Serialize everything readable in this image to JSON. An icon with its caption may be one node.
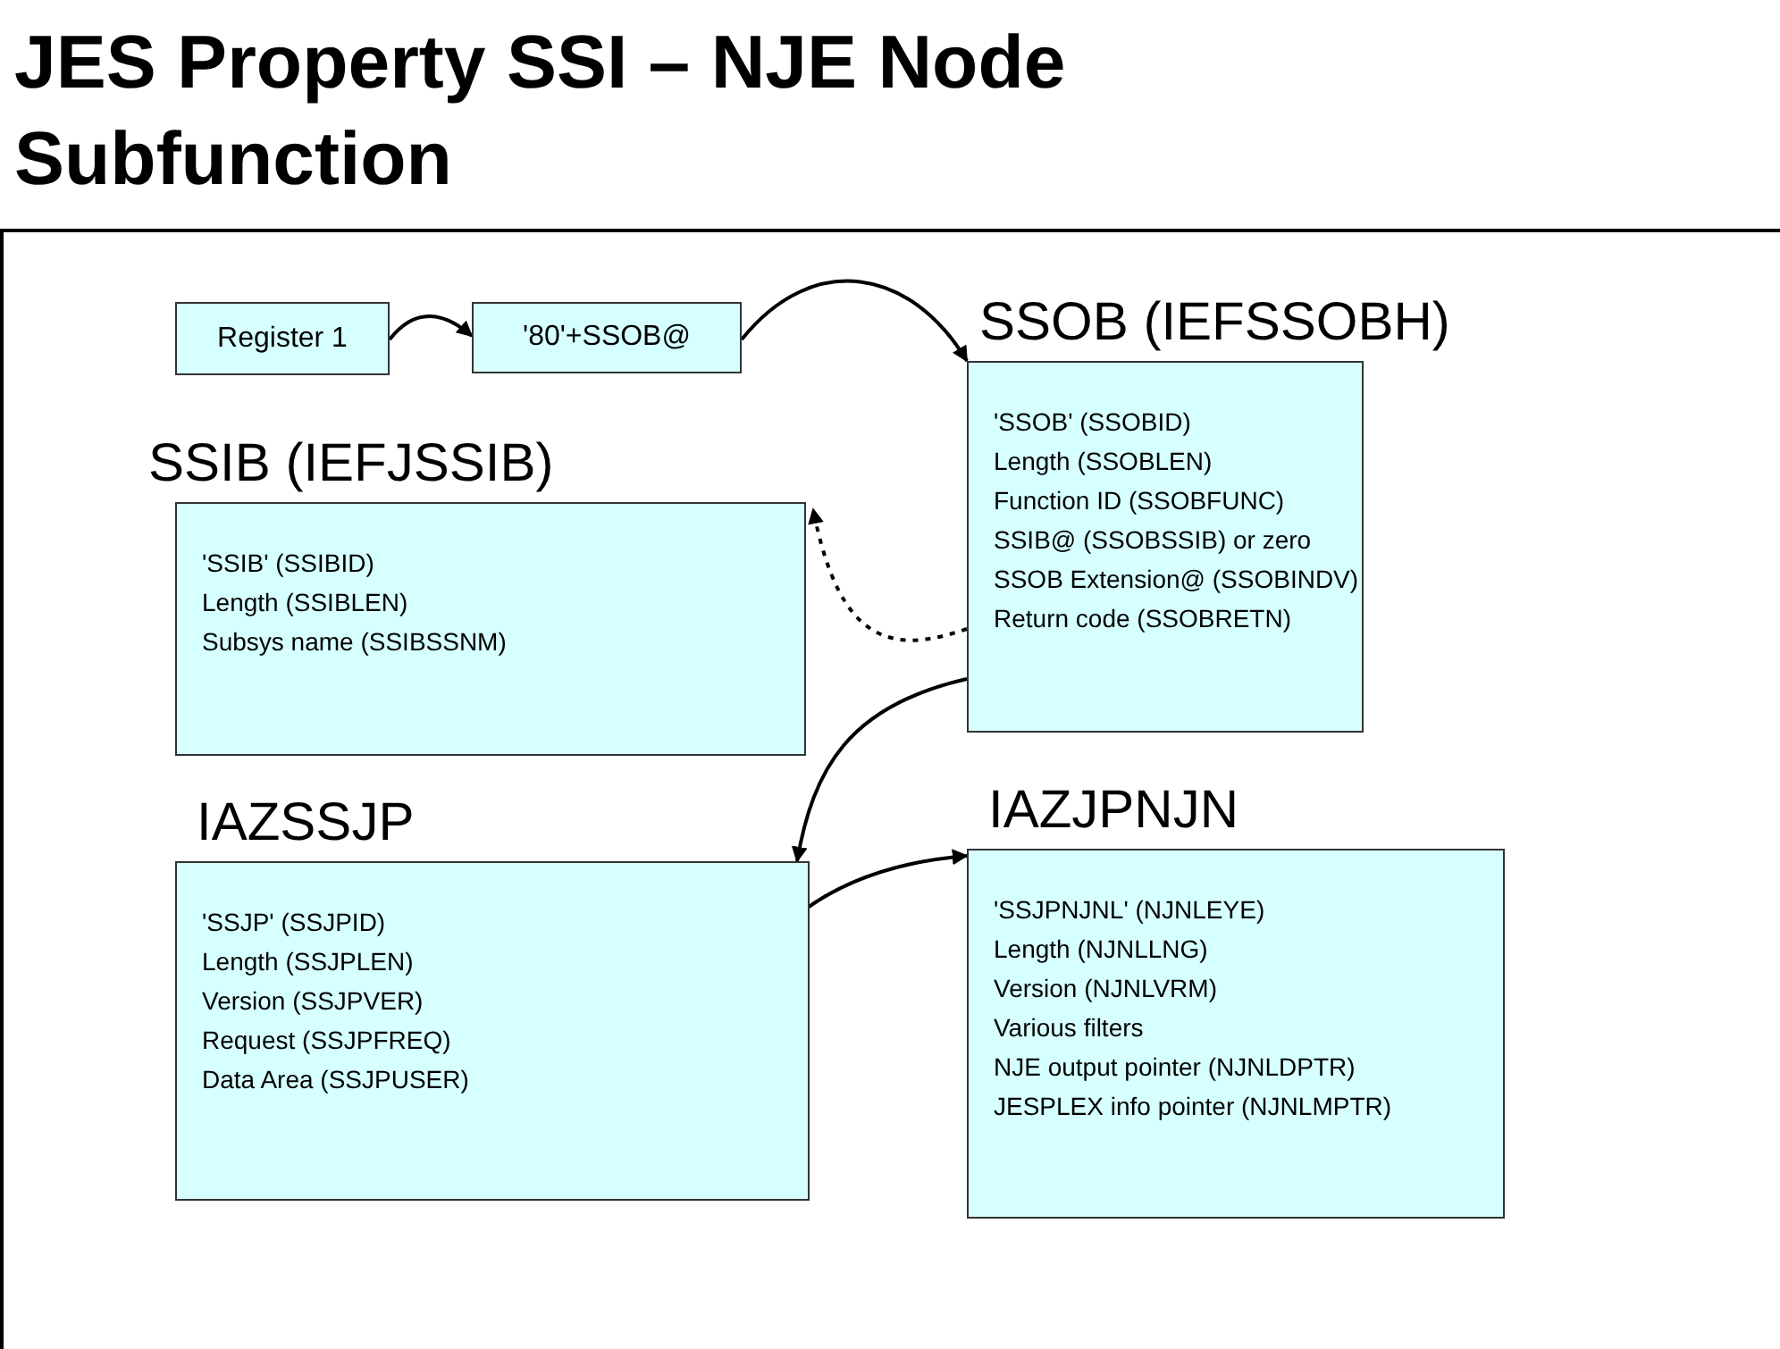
{
  "diagram": {
    "title": "JES Property SSI – NJE Node Subfunction",
    "nodes": [
      {
        "text": [
          "Register 1"
        ]
      },
      {
        "text": [
          "'80'+SSOB@"
        ]
      },
      {
        "text": [
          "SSOB (IEFSSOBH)",
          "'SSOB' (SSOBID)",
          "Length (SSOBLEN)",
          "Function ID (SSOBFUNC)",
          "SSIB@ (SSOBSSIB) or zero",
          "SSOB Extension@ (SSOBINDV)",
          "Return code (SSOBRETN)"
        ]
      },
      {
        "text": [
          "SSIB (IEFJSSIB)",
          "'SSIB' (SSIBID)",
          "Length (SSIBLEN)",
          "Subsys name (SSIBSSNM)"
        ]
      },
      {
        "text": [
          "IAZSSJP",
          "'SSJP' (SSJPID)",
          "Length (SSJPLEN)",
          "Version (SSJPVER)",
          "Request (SSJPFREQ)",
          "Data Area (SSJPUSER)"
        ]
      },
      {
        "text": [
          "IAZJPNJN",
          "'SSJPNJNL' (NJNLEYE)",
          "Length (NJNLLNG)",
          "Version (NJNLVRM)",
          "Various filters",
          "NJE output pointer (NJNLDPTR)",
          "JESPLEX info pointer (NJNLMPTR)"
        ]
      }
    ],
    "edges": [
      {
        "from": 0,
        "to": 1,
        "arrow": "to"
      },
      {
        "from": 1,
        "to": 2,
        "arrow": "to"
      },
      {
        "from": 2,
        "to": 3,
        "arrow": "to",
        "style": "dashed"
      },
      {
        "from": 2,
        "to": 4,
        "arrow": "to"
      },
      {
        "from": 4,
        "to": 5,
        "arrow": "to"
      }
    ]
  }
}
